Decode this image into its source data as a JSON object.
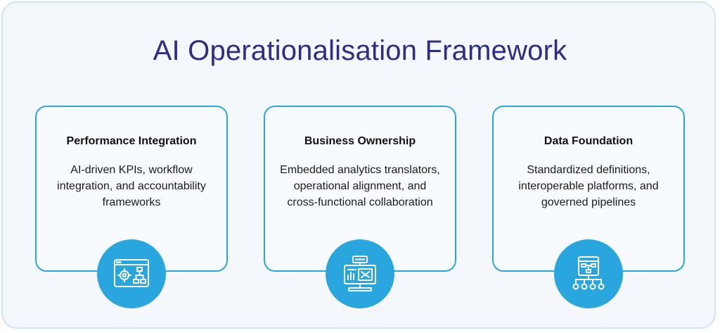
{
  "title": "AI Operationalisation Framework",
  "cards": [
    {
      "heading": "Performance Integration",
      "body": "AI-driven KPIs, workflow integration, and accountability frameworks",
      "icon": "settings-flowchart-icon"
    },
    {
      "heading": "Business Ownership",
      "body": "Embedded analytics translators, operational alignment, and cross-functional collaboration",
      "icon": "analytics-dashboard-icon"
    },
    {
      "heading": "Data Foundation",
      "body": "Standardized definitions, interoperable platforms, and governed pipelines",
      "icon": "data-hierarchy-icon"
    }
  ],
  "colors": {
    "title": "#2f2d83",
    "accent": "#2aa6df",
    "card_border": "#2aa6df",
    "frame_border": "#cfe3f3",
    "frame_bg": "#f4f8fd"
  }
}
